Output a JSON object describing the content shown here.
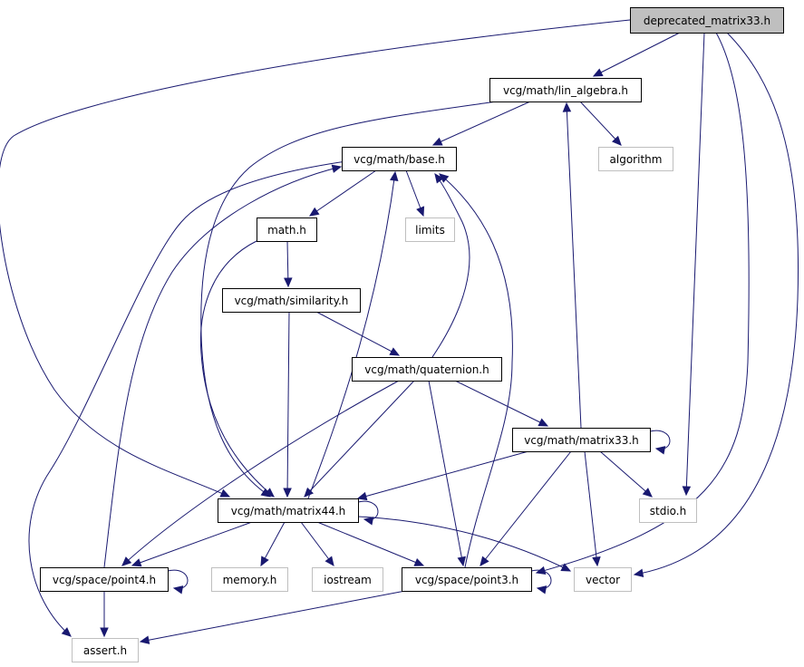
{
  "colors": {
    "edge": "#191970",
    "node_border": "#000000",
    "external_border": "#bfbfbf",
    "root_fill": "#bfbfbf",
    "node_fill": "#ffffff"
  },
  "nodes": {
    "deprecated_matrix33": {
      "label": "deprecated_matrix33.h",
      "kind": "root"
    },
    "lin_algebra": {
      "label": "vcg/math/lin_algebra.h",
      "kind": "local"
    },
    "algorithm": {
      "label": "algorithm",
      "kind": "external"
    },
    "base": {
      "label": "vcg/math/base.h",
      "kind": "local"
    },
    "limits": {
      "label": "limits",
      "kind": "external"
    },
    "math": {
      "label": "math.h",
      "kind": "local"
    },
    "similarity": {
      "label": "vcg/math/similarity.h",
      "kind": "local"
    },
    "quaternion": {
      "label": "vcg/math/quaternion.h",
      "kind": "local"
    },
    "matrix33": {
      "label": "vcg/math/matrix33.h",
      "kind": "local"
    },
    "stdio": {
      "label": "stdio.h",
      "kind": "external"
    },
    "matrix44": {
      "label": "vcg/math/matrix44.h",
      "kind": "local"
    },
    "memory": {
      "label": "memory.h",
      "kind": "external"
    },
    "iostream": {
      "label": "iostream",
      "kind": "external"
    },
    "point4": {
      "label": "vcg/space/point4.h",
      "kind": "local"
    },
    "point3": {
      "label": "vcg/space/point3.h",
      "kind": "local"
    },
    "vector": {
      "label": "vector",
      "kind": "external"
    },
    "assert": {
      "label": "assert.h",
      "kind": "external"
    }
  },
  "edges": [
    {
      "from": "deprecated_matrix33",
      "to": "lin_algebra"
    },
    {
      "from": "deprecated_matrix33",
      "to": "matrix44"
    },
    {
      "from": "deprecated_matrix33",
      "to": "stdio"
    },
    {
      "from": "deprecated_matrix33",
      "to": "point3"
    },
    {
      "from": "deprecated_matrix33",
      "to": "vector"
    },
    {
      "from": "lin_algebra",
      "to": "base"
    },
    {
      "from": "lin_algebra",
      "to": "algorithm"
    },
    {
      "from": "lin_algebra",
      "to": "matrix44"
    },
    {
      "from": "base",
      "to": "math"
    },
    {
      "from": "base",
      "to": "limits"
    },
    {
      "from": "base",
      "to": "assert"
    },
    {
      "from": "math",
      "to": "math"
    },
    {
      "from": "math",
      "to": "similarity"
    },
    {
      "from": "math",
      "to": "matrix44"
    },
    {
      "from": "similarity",
      "to": "quaternion"
    },
    {
      "from": "similarity",
      "to": "matrix44"
    },
    {
      "from": "quaternion",
      "to": "base"
    },
    {
      "from": "quaternion",
      "to": "matrix33"
    },
    {
      "from": "quaternion",
      "to": "matrix44"
    },
    {
      "from": "quaternion",
      "to": "point3"
    },
    {
      "from": "quaternion",
      "to": "point4"
    },
    {
      "from": "matrix33",
      "to": "lin_algebra"
    },
    {
      "from": "matrix33",
      "to": "matrix33"
    },
    {
      "from": "matrix33",
      "to": "matrix44"
    },
    {
      "from": "matrix33",
      "to": "stdio"
    },
    {
      "from": "matrix33",
      "to": "point3"
    },
    {
      "from": "matrix33",
      "to": "vector"
    },
    {
      "from": "matrix44",
      "to": "base"
    },
    {
      "from": "matrix44",
      "to": "matrix44"
    },
    {
      "from": "matrix44",
      "to": "memory"
    },
    {
      "from": "matrix44",
      "to": "iostream"
    },
    {
      "from": "matrix44",
      "to": "point4"
    },
    {
      "from": "matrix44",
      "to": "point3"
    },
    {
      "from": "matrix44",
      "to": "vector"
    },
    {
      "from": "point4",
      "to": "base"
    },
    {
      "from": "point4",
      "to": "point4"
    },
    {
      "from": "point4",
      "to": "assert"
    },
    {
      "from": "point3",
      "to": "base"
    },
    {
      "from": "point3",
      "to": "point3"
    },
    {
      "from": "point3",
      "to": "assert"
    }
  ]
}
